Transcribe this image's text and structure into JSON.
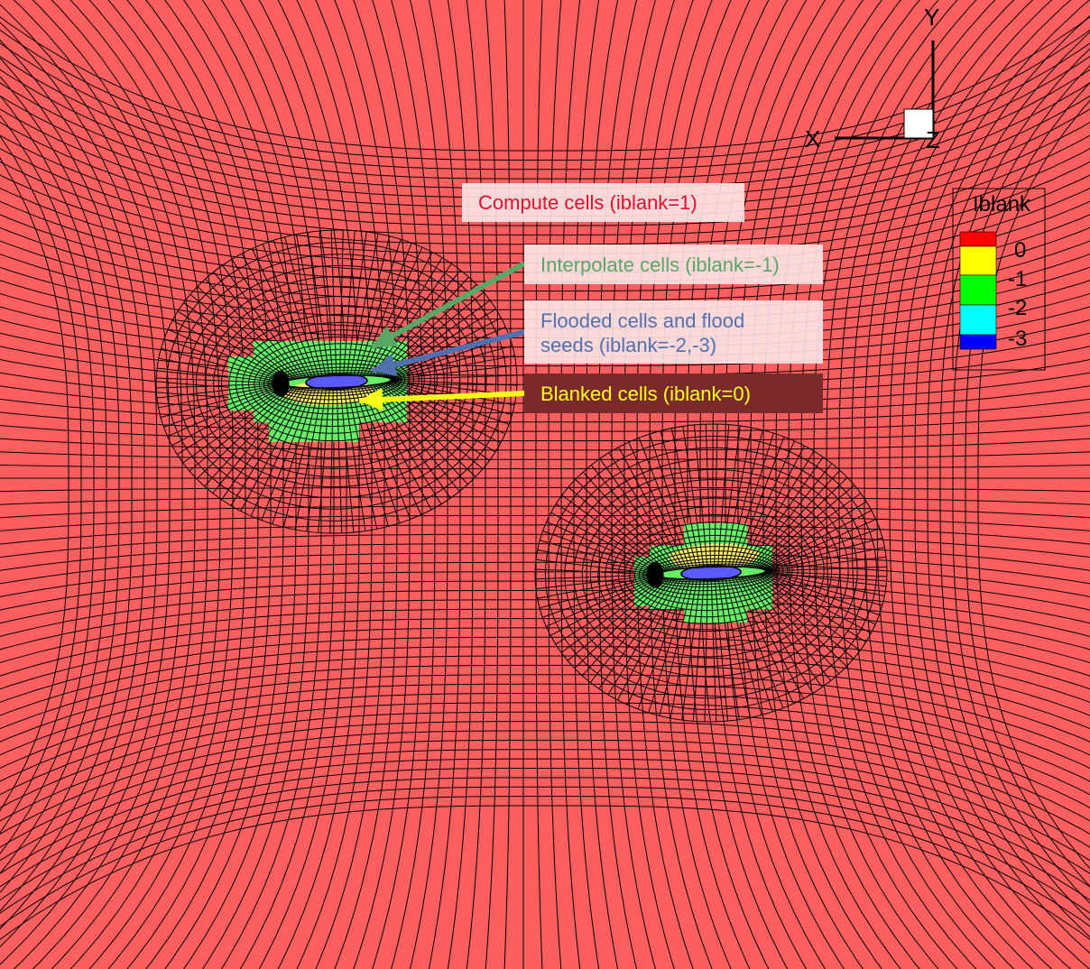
{
  "labels": {
    "compute": "Compute cells (iblank=1)",
    "interpolate": "Interpolate cells (iblank=-1)",
    "flooded_line1": "Flooded cells and flood",
    "flooded_line2": "seeds (iblank=-2,-3)",
    "blanked": "Blanked cells (iblank=0)"
  },
  "axes": {
    "x": "X",
    "y": "Y",
    "z": "Z"
  },
  "legend": {
    "title": "Iblank",
    "ticks": [
      "0",
      "-1",
      "-2",
      "-3"
    ],
    "colors": [
      "#ff0000",
      "#ffff00",
      "#00ff00",
      "#00ffff",
      "#0000ff"
    ]
  },
  "colors": {
    "compute": "#ff5f5f",
    "interpolate": "#66ee66",
    "flooded": "#5a5aff",
    "blanked": "#ffee66",
    "arrow_interpolate": "#5aa765",
    "arrow_flooded": "#5070b0",
    "arrow_blanked": "#ffff1a"
  }
}
